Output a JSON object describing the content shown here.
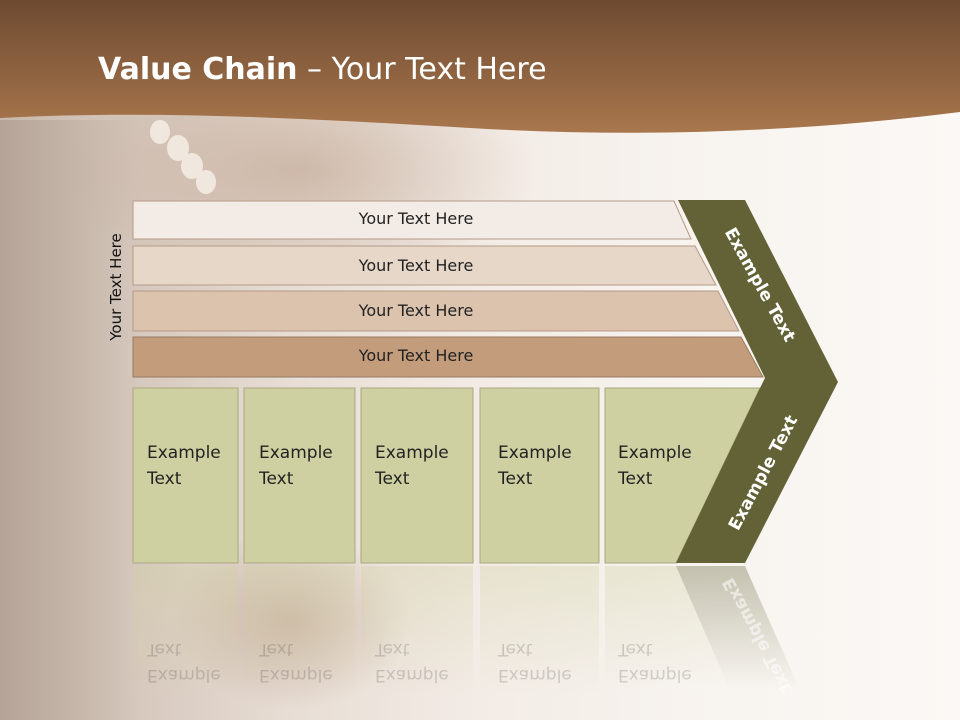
{
  "title": {
    "bold": "Value Chain",
    "rest": " – Your Text Here"
  },
  "side_label": "Your Text Here",
  "bars": [
    "Your Text Here",
    "Your Text Here",
    "Your Text Here",
    "Your Text Here"
  ],
  "boxes": [
    "Example Text",
    "Example Text",
    "Example Text",
    "Example Text",
    "Example Text"
  ],
  "chevron": {
    "upper": "Example Text",
    "lower": "Example Text"
  },
  "colors": {
    "header_brown": "#8a5f3f",
    "bar1": "#f3ece6",
    "bar2": "#e7d7c8",
    "bar3": "#dcc3ad",
    "bar4": "#c39c7b",
    "box_fill": "#cfd0a1",
    "chevron_fill": "#636237"
  }
}
